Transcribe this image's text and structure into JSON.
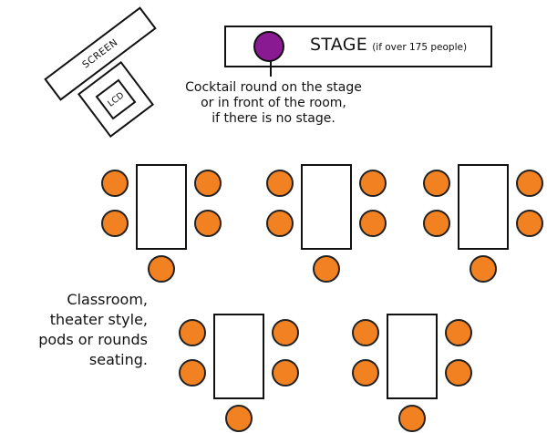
{
  "labels": {
    "screen": "SCREEN",
    "lcd": "LCD",
    "stage": "STAGE",
    "stage_note": "(if over 175 people)",
    "cocktail_note_lines": [
      "Cocktail round on the stage",
      "or in front of the room,",
      "if there is no stage."
    ],
    "seating_note_lines": [
      "Classroom,",
      "theater style,",
      "pods or rounds",
      "seating."
    ]
  },
  "colors": {
    "chair_fill": "#f28221",
    "cocktail_round_fill": "#8a1a92",
    "outline": "#111111"
  },
  "pods": [
    {
      "name": "pod-1",
      "chairs": 5
    },
    {
      "name": "pod-2",
      "chairs": 5
    },
    {
      "name": "pod-3",
      "chairs": 5
    },
    {
      "name": "pod-4",
      "chairs": 5
    },
    {
      "name": "pod-5",
      "chairs": 5
    }
  ]
}
